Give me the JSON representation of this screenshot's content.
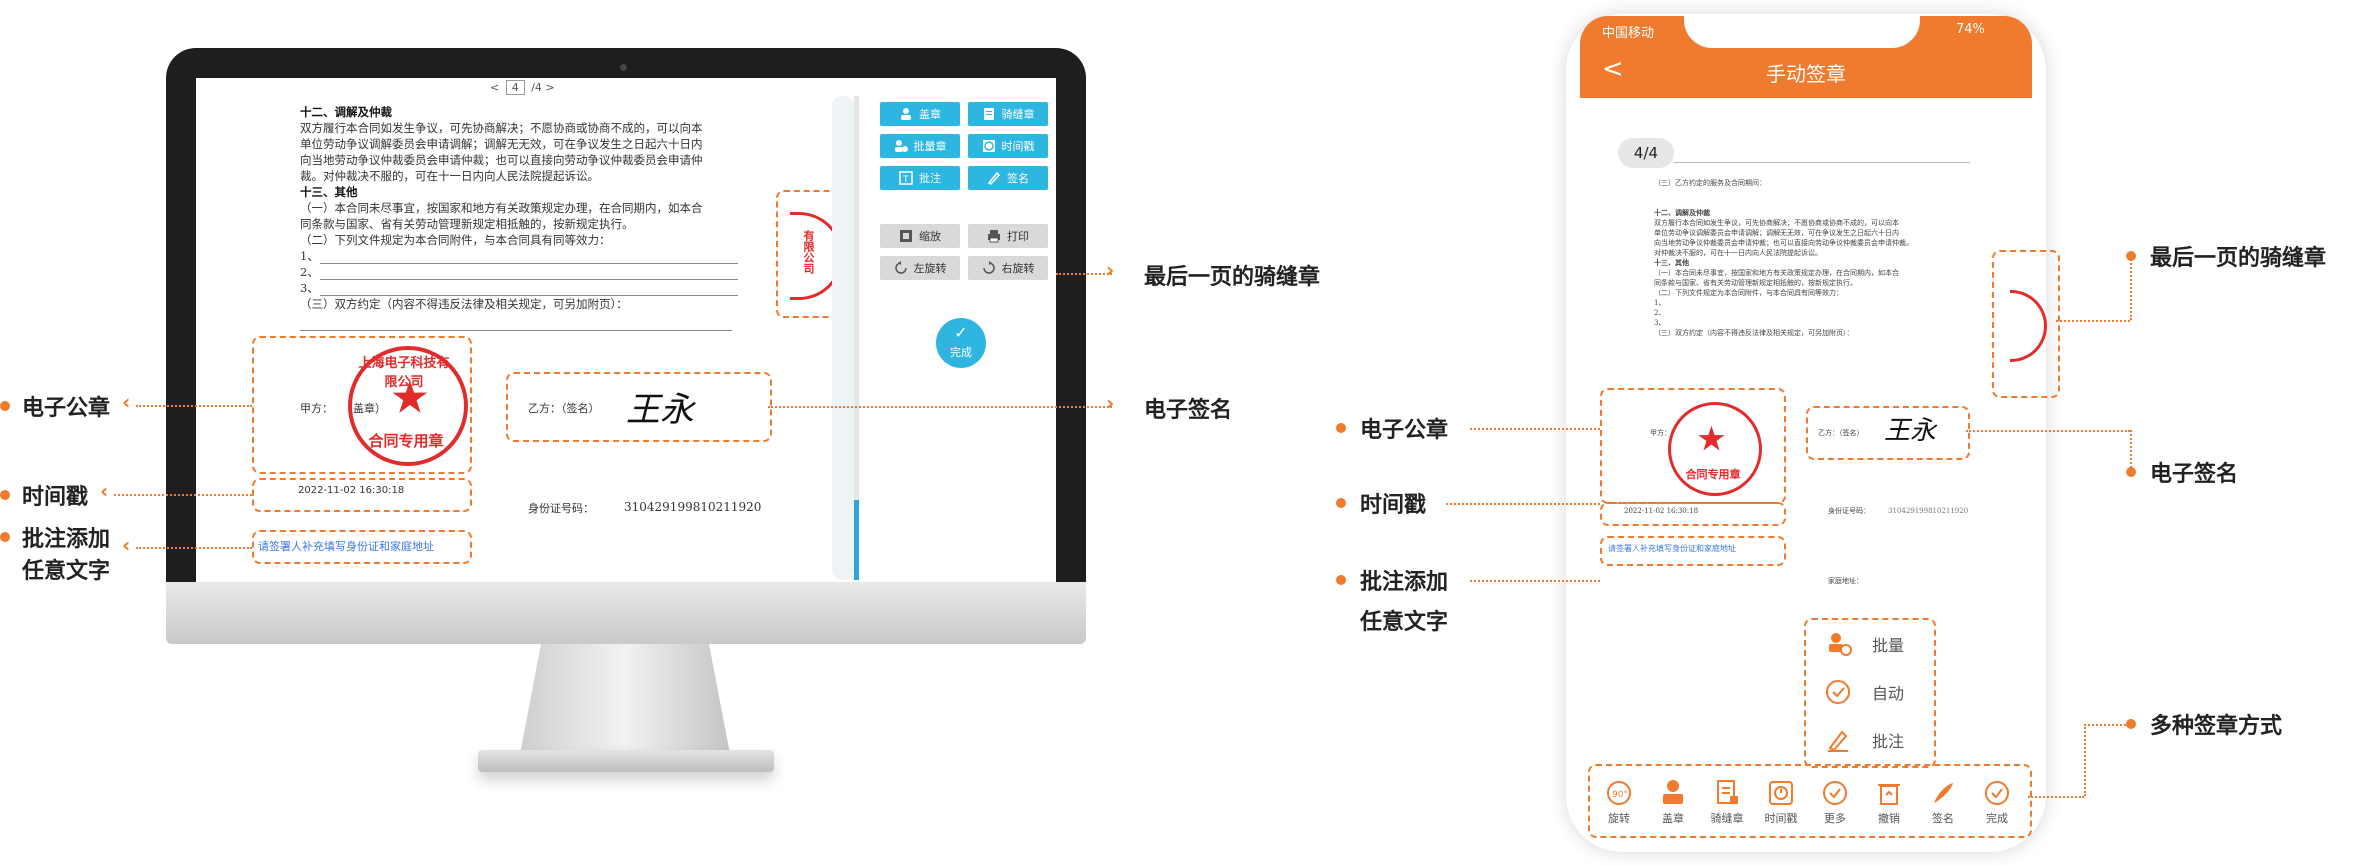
{
  "accent_color": "#f07a2d",
  "button_color": "#2fb6e0",
  "seal_color": "#e22b2b",
  "desktop": {
    "pager": {
      "prev": "<",
      "current": "4",
      "total": "/4",
      "next": ">"
    },
    "document": {
      "heading1": "十二、调解及仲裁",
      "para1": [
        "双方履行本合同如发生争议，可先协商解决；不愿协商或协商不成的，可以向本",
        "单位劳动争议调解委员会申请调解；调解无无效，可在争议发生之日起六十日内",
        "向当地劳动争议仲裁委员会申请仲裁；也可以直接向劳动争议仲裁委员会申请仲",
        "裁。对仲裁决不服的，可在十一日内向人民法院提起诉讼。"
      ],
      "heading2": "十三、其他",
      "para2": [
        "（一）本合同未尽事宜，按国家和地方有关政策规定办理，在合同期内，如本合",
        "同条款与国家、省有关劳动管理新规定相抵触的，按新规定执行。",
        "（二）下列文件规定为本合同附件，与本合同具有同等效力："
      ],
      "list": [
        "1、",
        "2、",
        "3、"
      ],
      "para3": "（三）双方约定（内容不得违反法律及相关规定，可另加附页）：",
      "party_a": "甲方：",
      "party_a_seal_hint": "（盖章）",
      "party_b": "乙方：（签名）",
      "signature": "王永",
      "id_label": "身份证号码：",
      "id_number": "310429199810211920",
      "timestamp": "2022-11-02 16:30:18",
      "annotation": "请签署人补充填写身份证和家庭地址",
      "seal_company": "上海电子科技有限公司",
      "seal_type": "合同专用章",
      "seam_seal_text": "有限公司"
    },
    "toolbar": {
      "seal": "盖章",
      "seam_seal": "骑缝章",
      "batch_seal": "批量章",
      "timestamp": "时间戳",
      "annotate": "批注",
      "sign": "签名",
      "zoom": "缩放",
      "print": "打印",
      "rotate_left": "左旋转",
      "rotate_right": "右旋转",
      "done": "完成"
    }
  },
  "labels": {
    "left_seal": "电子公章",
    "left_timestamp": "时间戳",
    "left_annotation": [
      "批注添加",
      "任意文字"
    ],
    "mid_seam": "最后一页的骑缝章",
    "mid_signature": "电子签名",
    "phone_seal": "电子公章",
    "phone_timestamp": "时间戳",
    "phone_annotation": [
      "批注添加",
      "任意文字"
    ],
    "right_seam": "最后一页的骑缝章",
    "right_signature": "电子签名",
    "right_methods": "多种签章方式"
  },
  "phone": {
    "carrier": "中国移动",
    "battery": "74%",
    "title": "手动签章",
    "back": "<",
    "page_badge": "4/4",
    "doc_top": "（三）乙方约定的服务及合同期间：",
    "doc_heading1": "十二、调解及仲裁",
    "doc_lines": [
      "双方履行本合同如发生争议，可先协商解决；不愿协商或协商不成的，可以向本",
      "单位劳动争议调解委员会申请调解；调解无无效，可在争议发生之日起六十日内",
      "向当地劳动争议仲裁委员会申请仲裁；也可以直接向劳动争议仲裁委员会申请仲裁。",
      "对仲裁决不服的，可在十一日内向人民法院提起诉讼。"
    ],
    "doc_heading2": "十三、其他",
    "doc_lines2": [
      "（一）本合同未尽事宜，按国家和地方有关政策规定办理，在合同期内，如本合",
      "同条款与国家、省有关劳动管理新规定相抵触的，按新规定执行。",
      "（二）下列文件规定为本合同附件，与本合同具有同等效力："
    ],
    "doc_list": [
      "1、",
      "2、",
      "3、"
    ],
    "doc_para3": "（三）双方约定（内容不得违反法律及相关规定，可另加附页）：",
    "party_a": "甲方：",
    "party_b": "乙方：（签名）",
    "signature": "王永",
    "id_label": "身份证号码：",
    "id_number": "310429199810211920",
    "timestamp": "2022-11-02 16:30:18",
    "annotation": "请签署人补充填写身份证和家庭地址",
    "address_label": "家庭地址：",
    "seal_type": "合同专用章",
    "popup": [
      "批量",
      "自动",
      "批注"
    ],
    "bottom_bar": [
      "旋转",
      "盖章",
      "骑缝章",
      "时间戳",
      "更多",
      "撤销",
      "签名",
      "完成"
    ]
  }
}
